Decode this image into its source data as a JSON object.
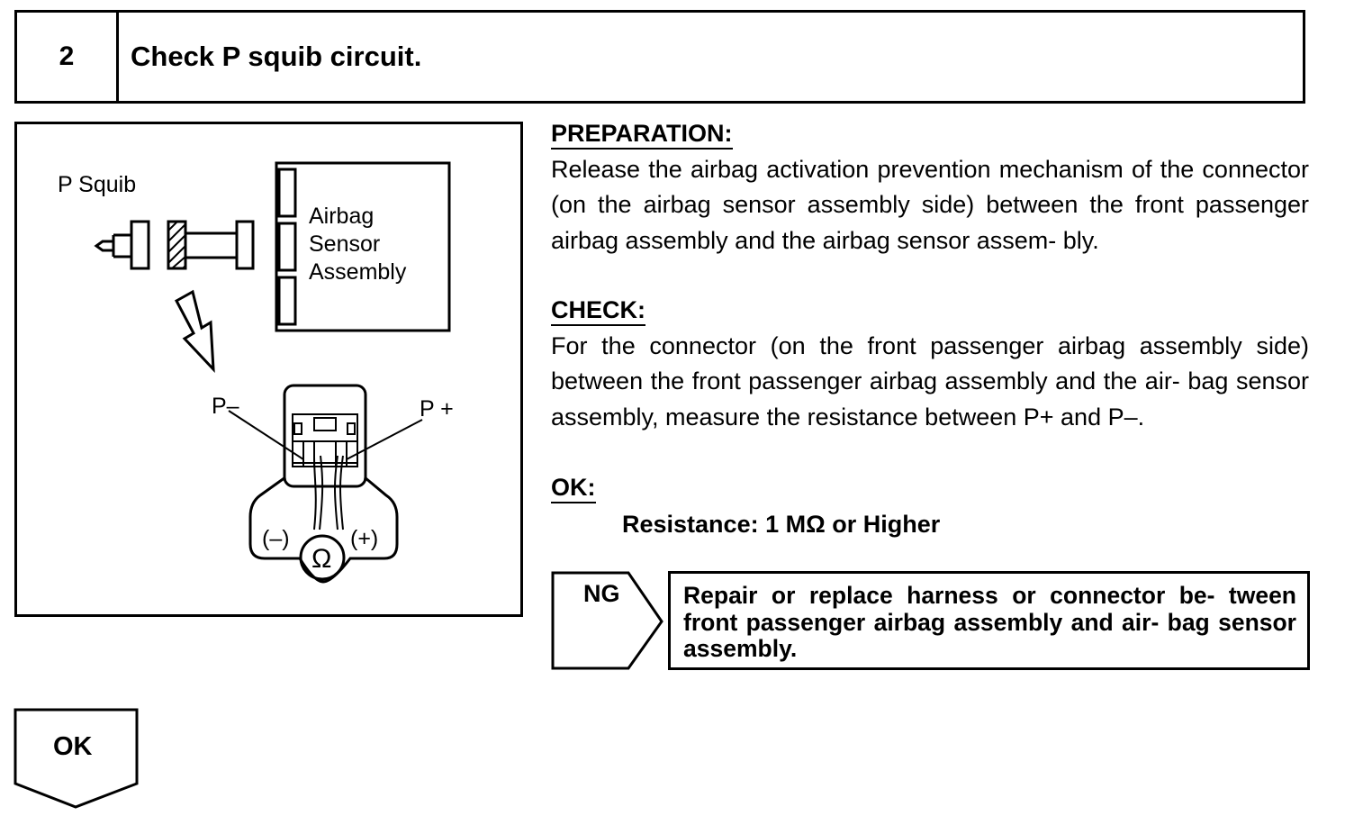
{
  "step": {
    "number": "2",
    "title": "Check P squib circuit."
  },
  "diagram": {
    "p_squib_label": "P Squib",
    "sensor_label_lines": [
      "Airbag",
      "Sensor",
      "Assembly"
    ],
    "p_minus_label": "P–",
    "p_plus_label": "P +",
    "minus_label": "(–)",
    "plus_label": "(+)",
    "ohm_symbol": "Ω",
    "ohmmeter-icon": "ohmmeter-icon"
  },
  "preparation": {
    "heading": "PREPARATION:",
    "text": "Release the airbag activation prevention mechanism of the connector (on the airbag sensor assembly side) between the front passenger airbag assembly and the airbag sensor assem- bly."
  },
  "check": {
    "heading": "CHECK:",
    "text": "For the connector (on the front passenger airbag assembly side) between the front passenger airbag assembly and the air- bag sensor assembly, measure the resistance between P+ and P–."
  },
  "ok": {
    "heading": "OK:",
    "spec": "Resistance: 1 MΩ or Higher"
  },
  "ng": {
    "label": "NG",
    "action": "Repair or replace harness or connector be- tween front passenger airbag assembly and air- bag sensor assembly."
  },
  "ok_result": {
    "label": "OK"
  }
}
